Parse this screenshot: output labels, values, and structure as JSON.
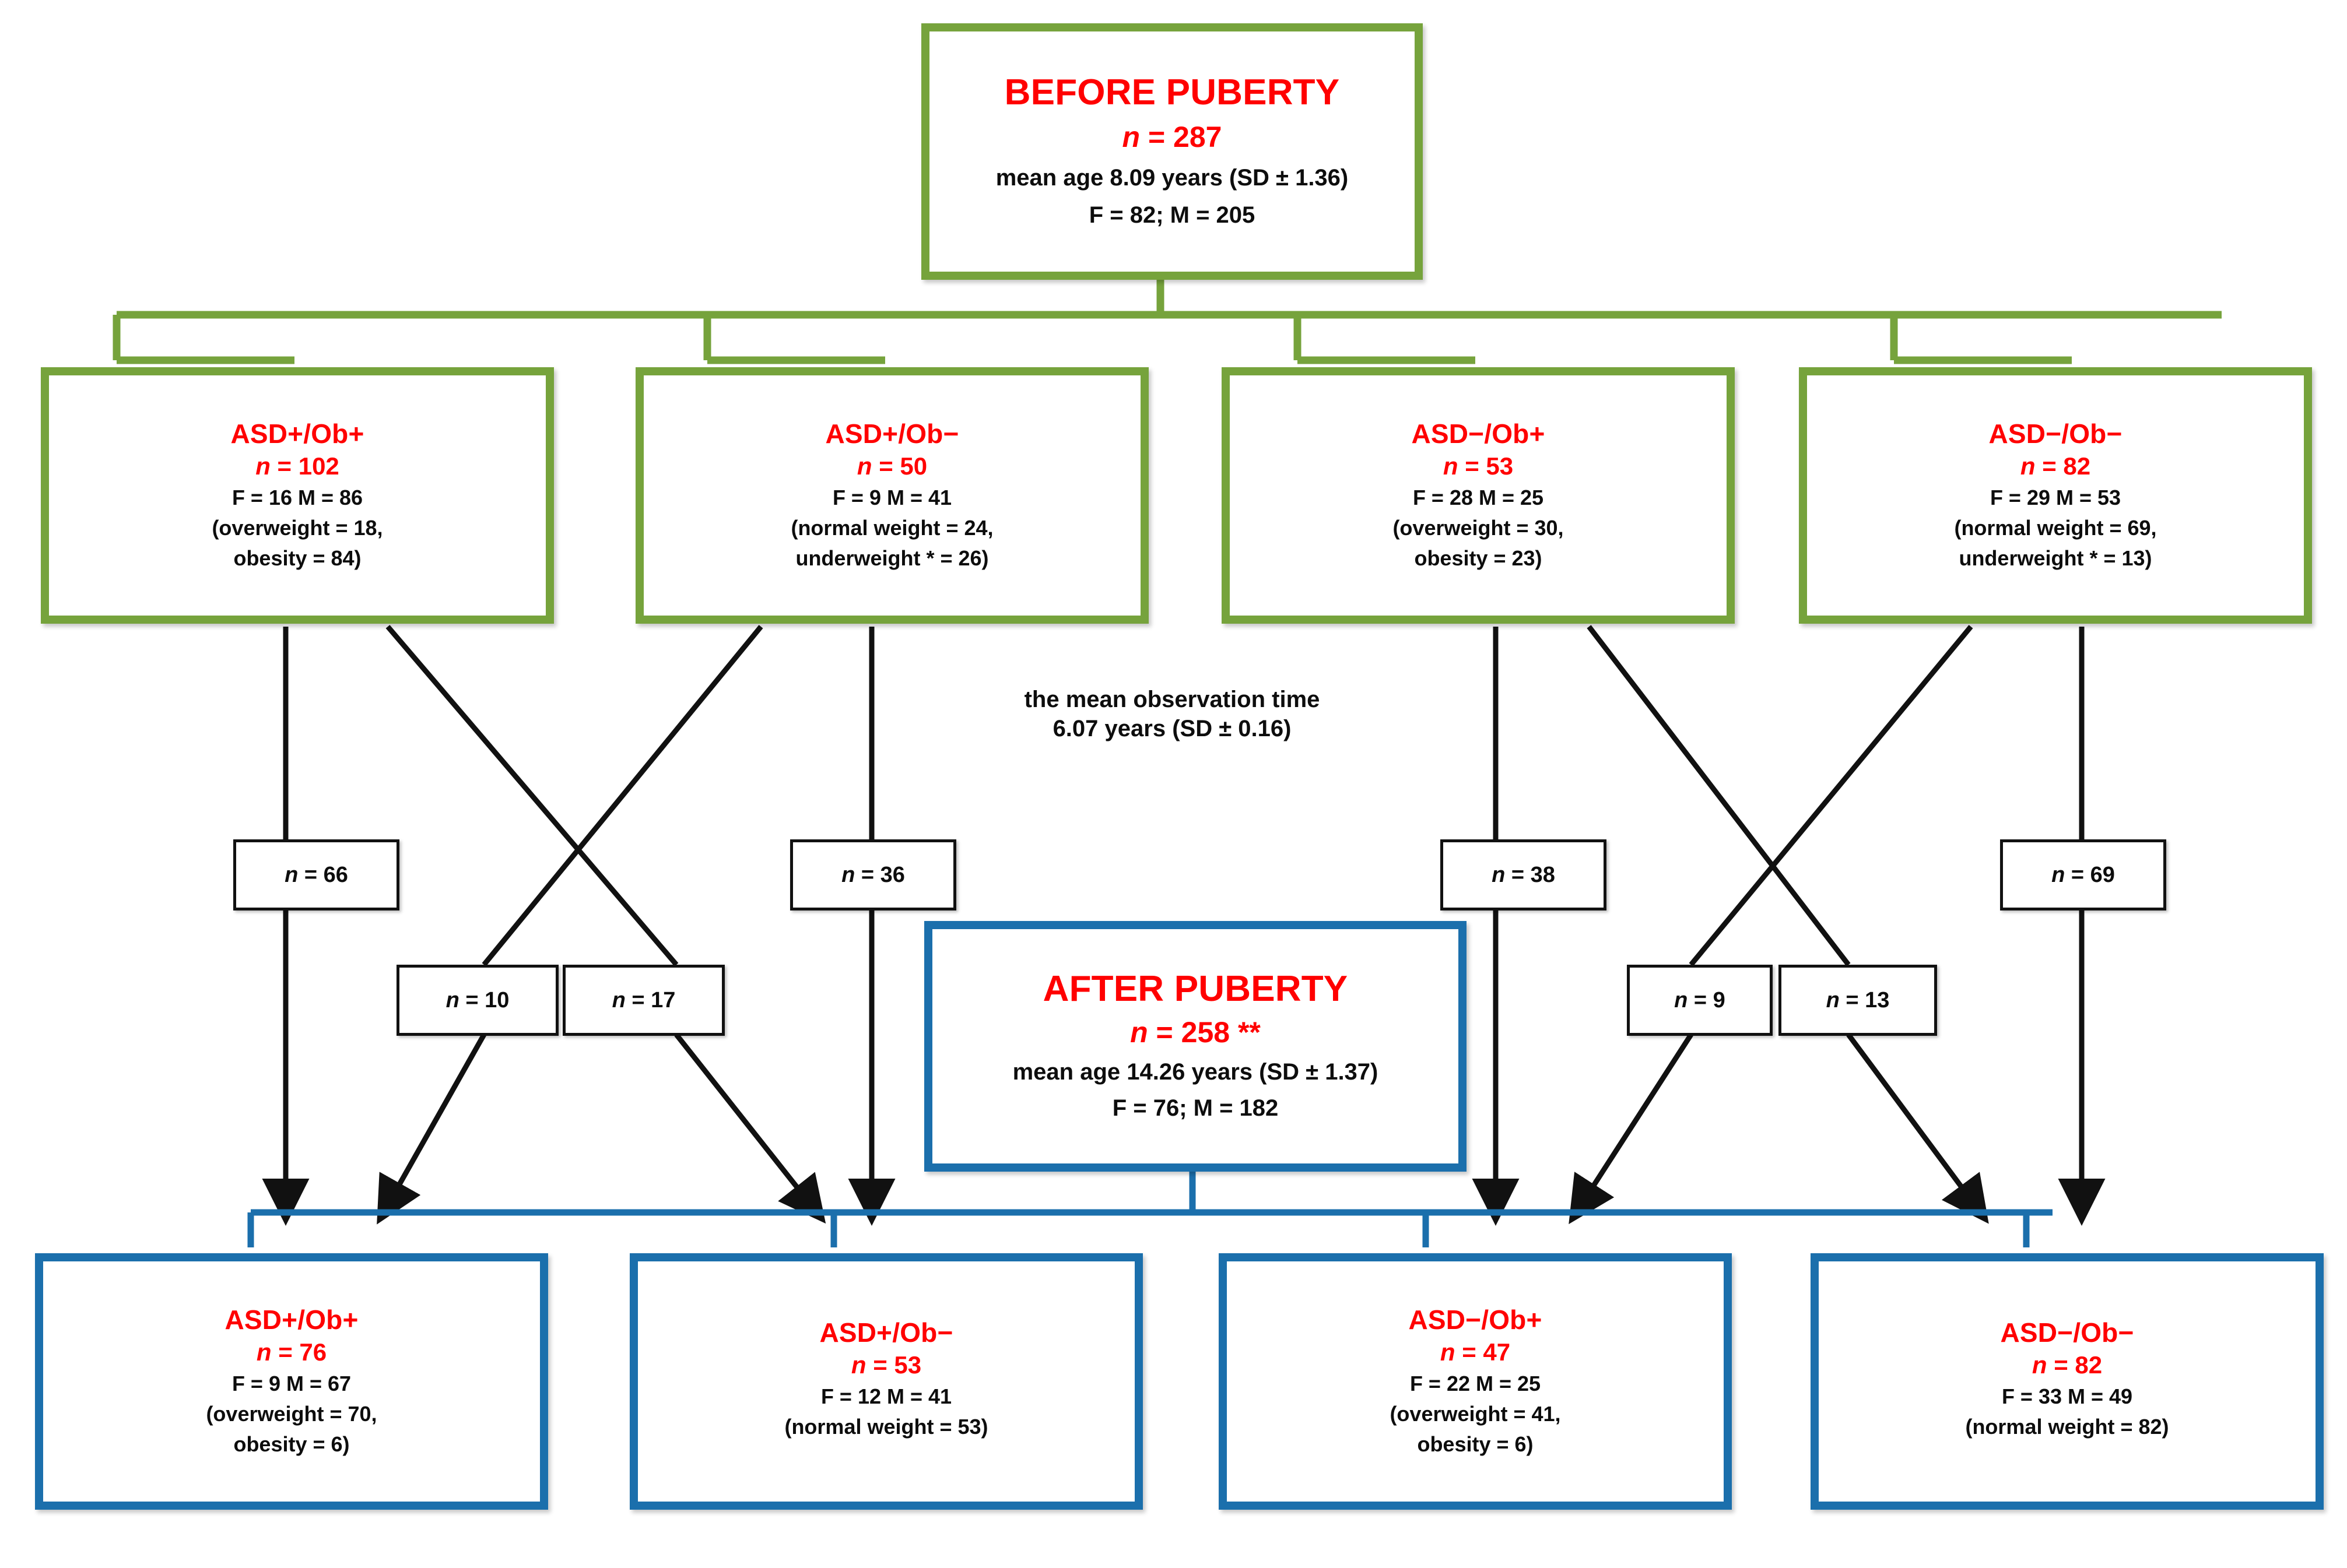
{
  "colors": {
    "green": "#76A33C",
    "blue": "#1B6FAC",
    "red": "#FF0000",
    "black": "#0d0d0d"
  },
  "root": {
    "title": "BEFORE PUBERTY",
    "n": "n = 287",
    "age": "mean age 8.09 years (SD ± 1.36)",
    "sex": "F = 82; M = 205"
  },
  "before_groups": [
    {
      "title": "ASD+/Ob+",
      "n": "n = 102",
      "sex": "F = 16 M = 86",
      "d1": "(overweight = 18,",
      "d2": "obesity = 84)"
    },
    {
      "title": "ASD+/Ob−",
      "n": "n = 50",
      "sex": "F = 9 M = 41",
      "d1": "(normal weight = 24,",
      "d2": "underweight * = 26)"
    },
    {
      "title": "ASD−/Ob+",
      "n": "n = 53",
      "sex": "F = 28 M = 25",
      "d1": "(overweight = 30,",
      "d2": "obesity = 23)"
    },
    {
      "title": "ASD−/Ob−",
      "n": "n = 82",
      "sex": "F = 29 M = 53",
      "d1": "(normal weight = 69,",
      "d2": "underweight * = 13)"
    }
  ],
  "note": {
    "l1": "the mean observation time",
    "l2": "6.07 years (SD ± 0.16)"
  },
  "after": {
    "title": "AFTER PUBERTY",
    "n": "n = 258 **",
    "age": "mean age 14.26 years (SD ± 1.37)",
    "sex": "F = 76; M = 182"
  },
  "transitions": [
    {
      "label": "n = 66",
      "from": "ASD+/Ob+",
      "to": "ASD+/Ob+"
    },
    {
      "label": "n = 10",
      "from": "ASD+/Ob+",
      "to": "ASD+/Ob−"
    },
    {
      "label": "n = 17",
      "from": "ASD+/Ob−",
      "to": "ASD+/Ob+"
    },
    {
      "label": "n = 36",
      "from": "ASD+/Ob−",
      "to": "ASD+/Ob−"
    },
    {
      "label": "n = 38",
      "from": "ASD−/Ob+",
      "to": "ASD−/Ob+"
    },
    {
      "label": "n = 9",
      "from": "ASD−/Ob+",
      "to": "ASD−/Ob−"
    },
    {
      "label": "n = 13",
      "from": "ASD−/Ob−",
      "to": "ASD−/Ob+"
    },
    {
      "label": "n = 69",
      "from": "ASD−/Ob−",
      "to": "ASD−/Ob−"
    }
  ],
  "after_groups": [
    {
      "title": "ASD+/Ob+",
      "n": "n = 76",
      "sex": "F = 9 M = 67",
      "d1": "(overweight = 70,",
      "d2": "obesity = 6)"
    },
    {
      "title": "ASD+/Ob−",
      "n": "n = 53",
      "sex": "F = 12 M = 41",
      "d1": "(normal weight = 53)",
      "d2": ""
    },
    {
      "title": "ASD−/Ob+",
      "n": "n = 47",
      "sex": "F = 22 M = 25",
      "d1": "(overweight = 41,",
      "d2": "obesity = 6)"
    },
    {
      "title": "ASD−/Ob−",
      "n": "n = 82",
      "sex": "F = 33 M = 49",
      "d1": "(normal weight = 82)",
      "d2": ""
    }
  ]
}
